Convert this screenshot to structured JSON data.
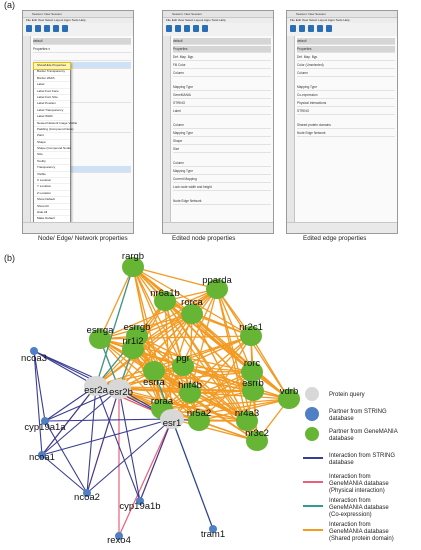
{
  "panel_a": {
    "label": "(a)",
    "windows": [
      {
        "title": "Session: New Session",
        "menus": [
          "File",
          "Edit",
          "View",
          "Select",
          "Layout",
          "Apps",
          "Tools",
          "Help"
        ],
        "style_value": "default",
        "caption": "Node/ Edge/ Network properties",
        "dropdown_items": [
          "Show/Hide Properties",
          "Border Transparency",
          "Border Width",
          "Label",
          "Label Font Face",
          "Label Font Size",
          "Label Position",
          "Label Transparency",
          "Label Width",
          "Nested Network Image Visible",
          "Padding (Compound Node)",
          "Paint",
          "Shape",
          "Shape (Compound Node)",
          "Size",
          "Tooltip",
          "Transparency",
          "Visible",
          "X Location",
          "Y Location",
          "Z Location",
          "Show Default",
          "Show All",
          "Hide All",
          "Make Default"
        ],
        "selected_item_index": 0
      },
      {
        "title": "Session: New Session",
        "menus": [
          "File",
          "Edit",
          "View",
          "Select",
          "Layout",
          "Apps",
          "Tools",
          "Help"
        ],
        "style_value": "default",
        "caption": "Edited node properties",
        "rows": [
          "Properties",
          "Def.  Map.  Byp.",
          "Fill Color",
          "Column",
          "Mapping Type",
          "GeneMANIA",
          "STRING",
          "Label",
          "Column",
          "Mapping Type",
          "Shape",
          "Size",
          "Column",
          "Mapping Type",
          "Current Mapping",
          "Lock node width and height",
          "Node   Edge   Network"
        ]
      },
      {
        "title": "Session: New Session",
        "menus": [
          "File",
          "Edit",
          "View",
          "Select",
          "Layout",
          "Apps",
          "Tools",
          "Help"
        ],
        "style_value": "default",
        "caption": "Edited edge properties",
        "rows": [
          "Properties",
          "Def.  Map.  Byp.",
          "Color (Unselected)",
          "Column",
          "Mapping Type",
          "Co-expression",
          "Physical Interactions",
          "STRING",
          "Shared protein domains",
          "Node   Edge   Network"
        ]
      }
    ]
  },
  "panel_b": {
    "label": "(b)",
    "colors": {
      "query": "#d8d8d8",
      "string_partner": "#4f7fc4",
      "genemania_partner": "#66b534",
      "string_edge": "#3a3d92",
      "physical_edge": "#e8607a",
      "coexpression_edge": "#2f9a9c",
      "shared_domain_edge": "#f39a23"
    },
    "nodes": [
      {
        "id": "rorca",
        "label": "rorca",
        "type": "genemania"
      },
      {
        "id": "rargb",
        "label": "rargb",
        "type": "genemania"
      },
      {
        "id": "nr6a1b",
        "label": "nr6a1b",
        "type": "genemania"
      },
      {
        "id": "esrrgb",
        "label": "esrrgb",
        "type": "genemania"
      },
      {
        "id": "ppardb",
        "label": "pparda",
        "type": "genemania"
      },
      {
        "id": "nr2c1",
        "label": "nr2c1",
        "type": "genemania"
      },
      {
        "id": "esrrga",
        "label": "esrrga",
        "type": "genemania"
      },
      {
        "id": "nr1i2",
        "label": "nr1i2",
        "type": "genemania"
      },
      {
        "id": "pgr",
        "label": "pgr",
        "type": "genemania"
      },
      {
        "id": "rorc",
        "label": "rorc",
        "type": "genemania"
      },
      {
        "id": "esrra",
        "label": "esrra",
        "type": "genemania"
      },
      {
        "id": "hnf4b",
        "label": "hnf4b",
        "type": "genemania"
      },
      {
        "id": "esrrb",
        "label": "esrrb",
        "type": "genemania"
      },
      {
        "id": "vdrb",
        "label": "vdrb",
        "type": "genemania"
      },
      {
        "id": "roraa",
        "label": "roraa",
        "type": "genemania"
      },
      {
        "id": "nr4a3",
        "label": "nr4a3",
        "type": "genemania"
      },
      {
        "id": "nr5a2",
        "label": "nr5a2",
        "type": "genemania"
      },
      {
        "id": "nr3c2",
        "label": "nr3c2",
        "type": "genemania"
      },
      {
        "id": "esr2a",
        "label": "esr2a",
        "type": "query"
      },
      {
        "id": "esr2b",
        "label": "esr2b",
        "type": "query"
      },
      {
        "id": "esr1",
        "label": "esr1",
        "type": "query"
      },
      {
        "id": "ncoa3",
        "label": "ncoa3",
        "type": "string"
      },
      {
        "id": "cyp19a1a",
        "label": "cyp19a1a",
        "type": "string"
      },
      {
        "id": "ncoa1",
        "label": "ncoa1",
        "type": "string"
      },
      {
        "id": "ncoa2",
        "label": "ncoa2",
        "type": "string"
      },
      {
        "id": "cyp19a1b",
        "label": "cyp19a1b",
        "type": "string"
      },
      {
        "id": "rexo4",
        "label": "rexo4",
        "type": "string"
      },
      {
        "id": "tram1",
        "label": "tram1",
        "type": "string"
      }
    ],
    "legend": [
      {
        "kind": "node",
        "type": "query",
        "label": "Protein query"
      },
      {
        "kind": "node",
        "type": "string",
        "label": "Partner from STRING database"
      },
      {
        "kind": "node",
        "type": "genemania",
        "label": "Partner from GeneMANIA database"
      },
      {
        "kind": "edge",
        "type": "string_edge",
        "label": "Interaction from STRING database"
      },
      {
        "kind": "edge",
        "type": "physical_edge",
        "label": "Interaction from GeneMANIA database (Physical interaction)"
      },
      {
        "kind": "edge",
        "type": "coexpression_edge",
        "label": "Interaction from GeneMANIA database (Co-expression)"
      },
      {
        "kind": "edge",
        "type": "shared_domain_edge",
        "label": "Interaction from GeneMANIA database (Shared protein domain)"
      }
    ]
  }
}
